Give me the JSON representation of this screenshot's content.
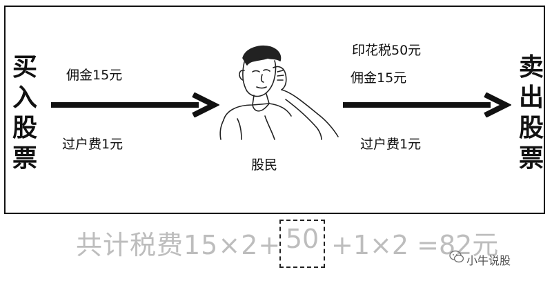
{
  "left_vertical": [
    "买",
    "入",
    "股",
    "票"
  ],
  "right_vertical": [
    "卖",
    "出",
    "股",
    "票"
  ],
  "buy_side": {
    "commission": "佣金15元",
    "transfer_fee": "过户费1元"
  },
  "sell_side": {
    "stamp_tax": "印花税50元",
    "commission": "佣金15元",
    "transfer_fee": "过户费1元"
  },
  "center_label": "股民",
  "formula": {
    "prefix": "共计税费15×2+",
    "boxed": "50",
    "suffix": "+1×2 =82元"
  },
  "watermark": "小牛说股",
  "colors": {
    "border": "#111111",
    "formula_text": "#bdbdbd",
    "arrow": "#111111"
  }
}
